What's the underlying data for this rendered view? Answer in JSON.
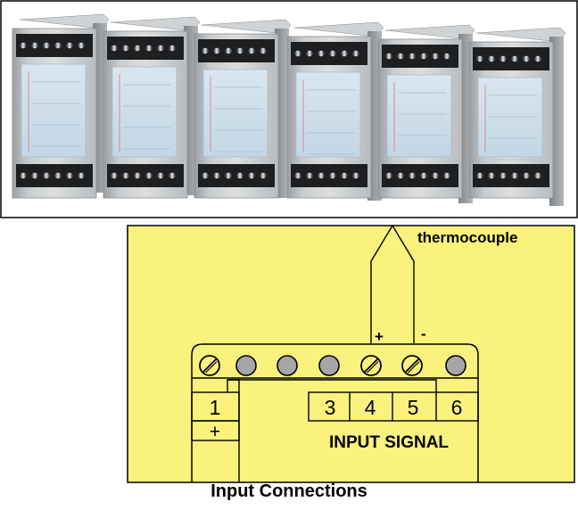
{
  "photo": {
    "module_count": 6,
    "description_visible": ""
  },
  "diagram": {
    "sensor_label": "thermocouple",
    "plus_label": "+",
    "minus_label": "-",
    "terminals": [
      "1",
      "3",
      "4",
      "5",
      "6"
    ],
    "polarity_label": "+",
    "group_label": "INPUT SIGNAL",
    "screw_types": [
      "slot",
      "round",
      "round",
      "round",
      "slot",
      "slot",
      "round"
    ],
    "colors": {
      "background": "#fbf27d",
      "outline": "#000000",
      "screw_round": "#a6a6a6"
    }
  },
  "caption": "Input Connections"
}
